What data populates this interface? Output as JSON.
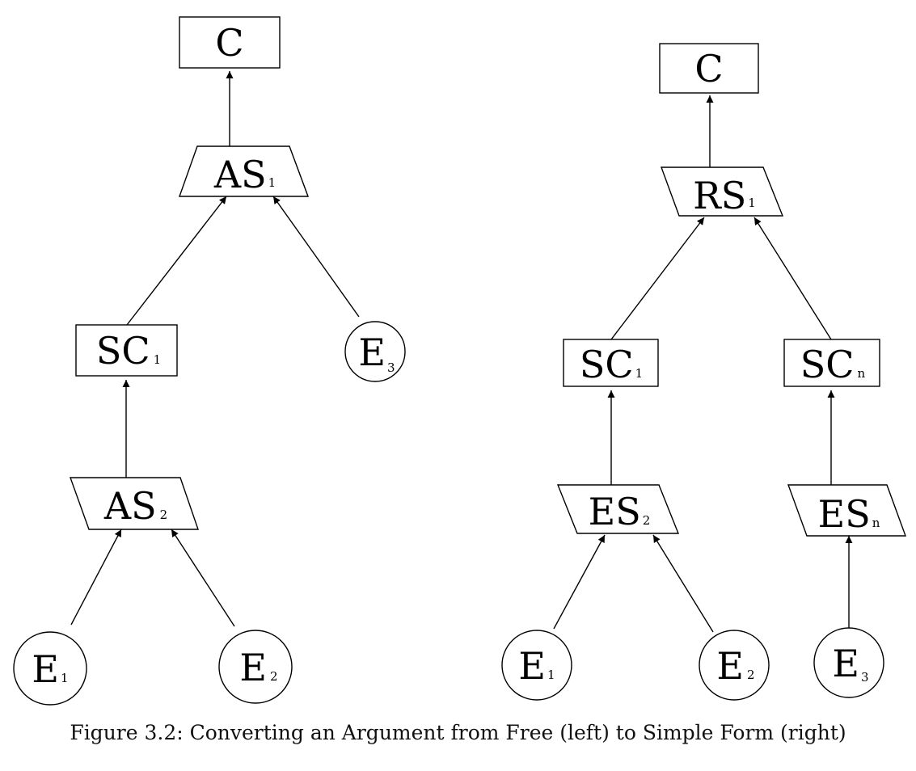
{
  "diagram": {
    "left_tree": {
      "c": {
        "main": "C",
        "sub": ""
      },
      "as1": {
        "main": "AS",
        "sub": "1"
      },
      "sc1": {
        "main": "SC",
        "sub": "1"
      },
      "e3": {
        "main": "E",
        "sub": "3"
      },
      "as2": {
        "main": "AS",
        "sub": "2"
      },
      "e1": {
        "main": "E",
        "sub": "1"
      },
      "e2": {
        "main": "E",
        "sub": "2"
      }
    },
    "right_tree": {
      "c": {
        "main": "C",
        "sub": ""
      },
      "rs1": {
        "main": "RS",
        "sub": "1"
      },
      "sc1": {
        "main": "SC",
        "sub": "1"
      },
      "scn": {
        "main": "SC",
        "sub": "n"
      },
      "es2": {
        "main": "ES",
        "sub": "2"
      },
      "esn": {
        "main": "ES",
        "sub": "n"
      },
      "e1": {
        "main": "E",
        "sub": "1"
      },
      "e2": {
        "main": "E",
        "sub": "2"
      },
      "e3": {
        "main": "E",
        "sub": "3"
      }
    }
  },
  "caption": "Figure 3.2: Converting an Argument from Free (left) to Simple Form (right)"
}
